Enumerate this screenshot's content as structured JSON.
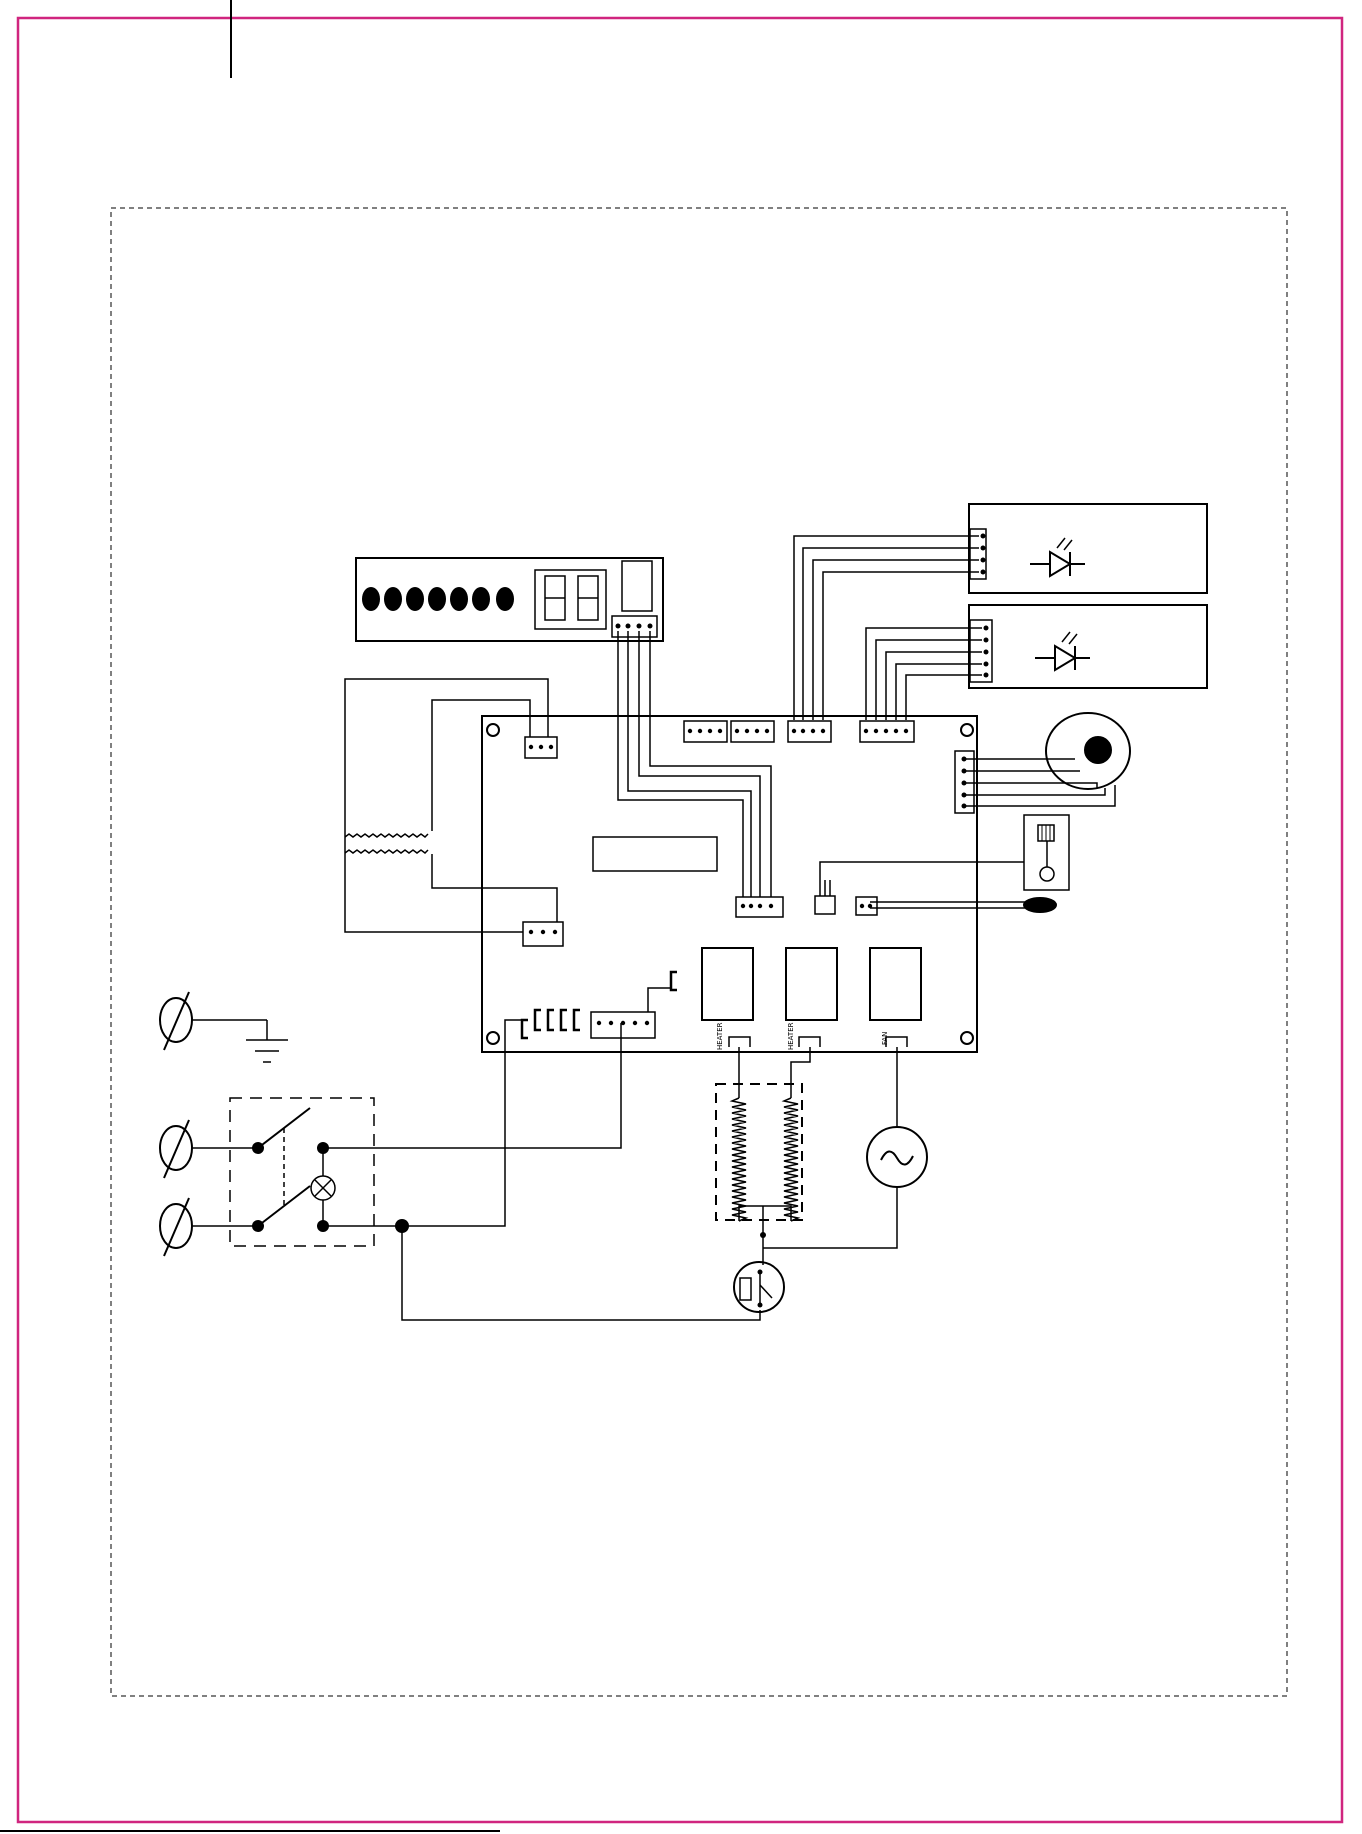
{
  "page": {
    "border_color": "#d0257f",
    "line_color": "#000000"
  },
  "labels": {
    "heater_1": "HEATER",
    "heater_2": "HEATER",
    "fan": "FAN"
  },
  "icons": {
    "led": "led-diode-icon",
    "ground": "ground-icon",
    "ac_source": "ac-source-icon",
    "lamp": "indicator-lamp-icon",
    "thermostat": "thermostat-icon"
  }
}
